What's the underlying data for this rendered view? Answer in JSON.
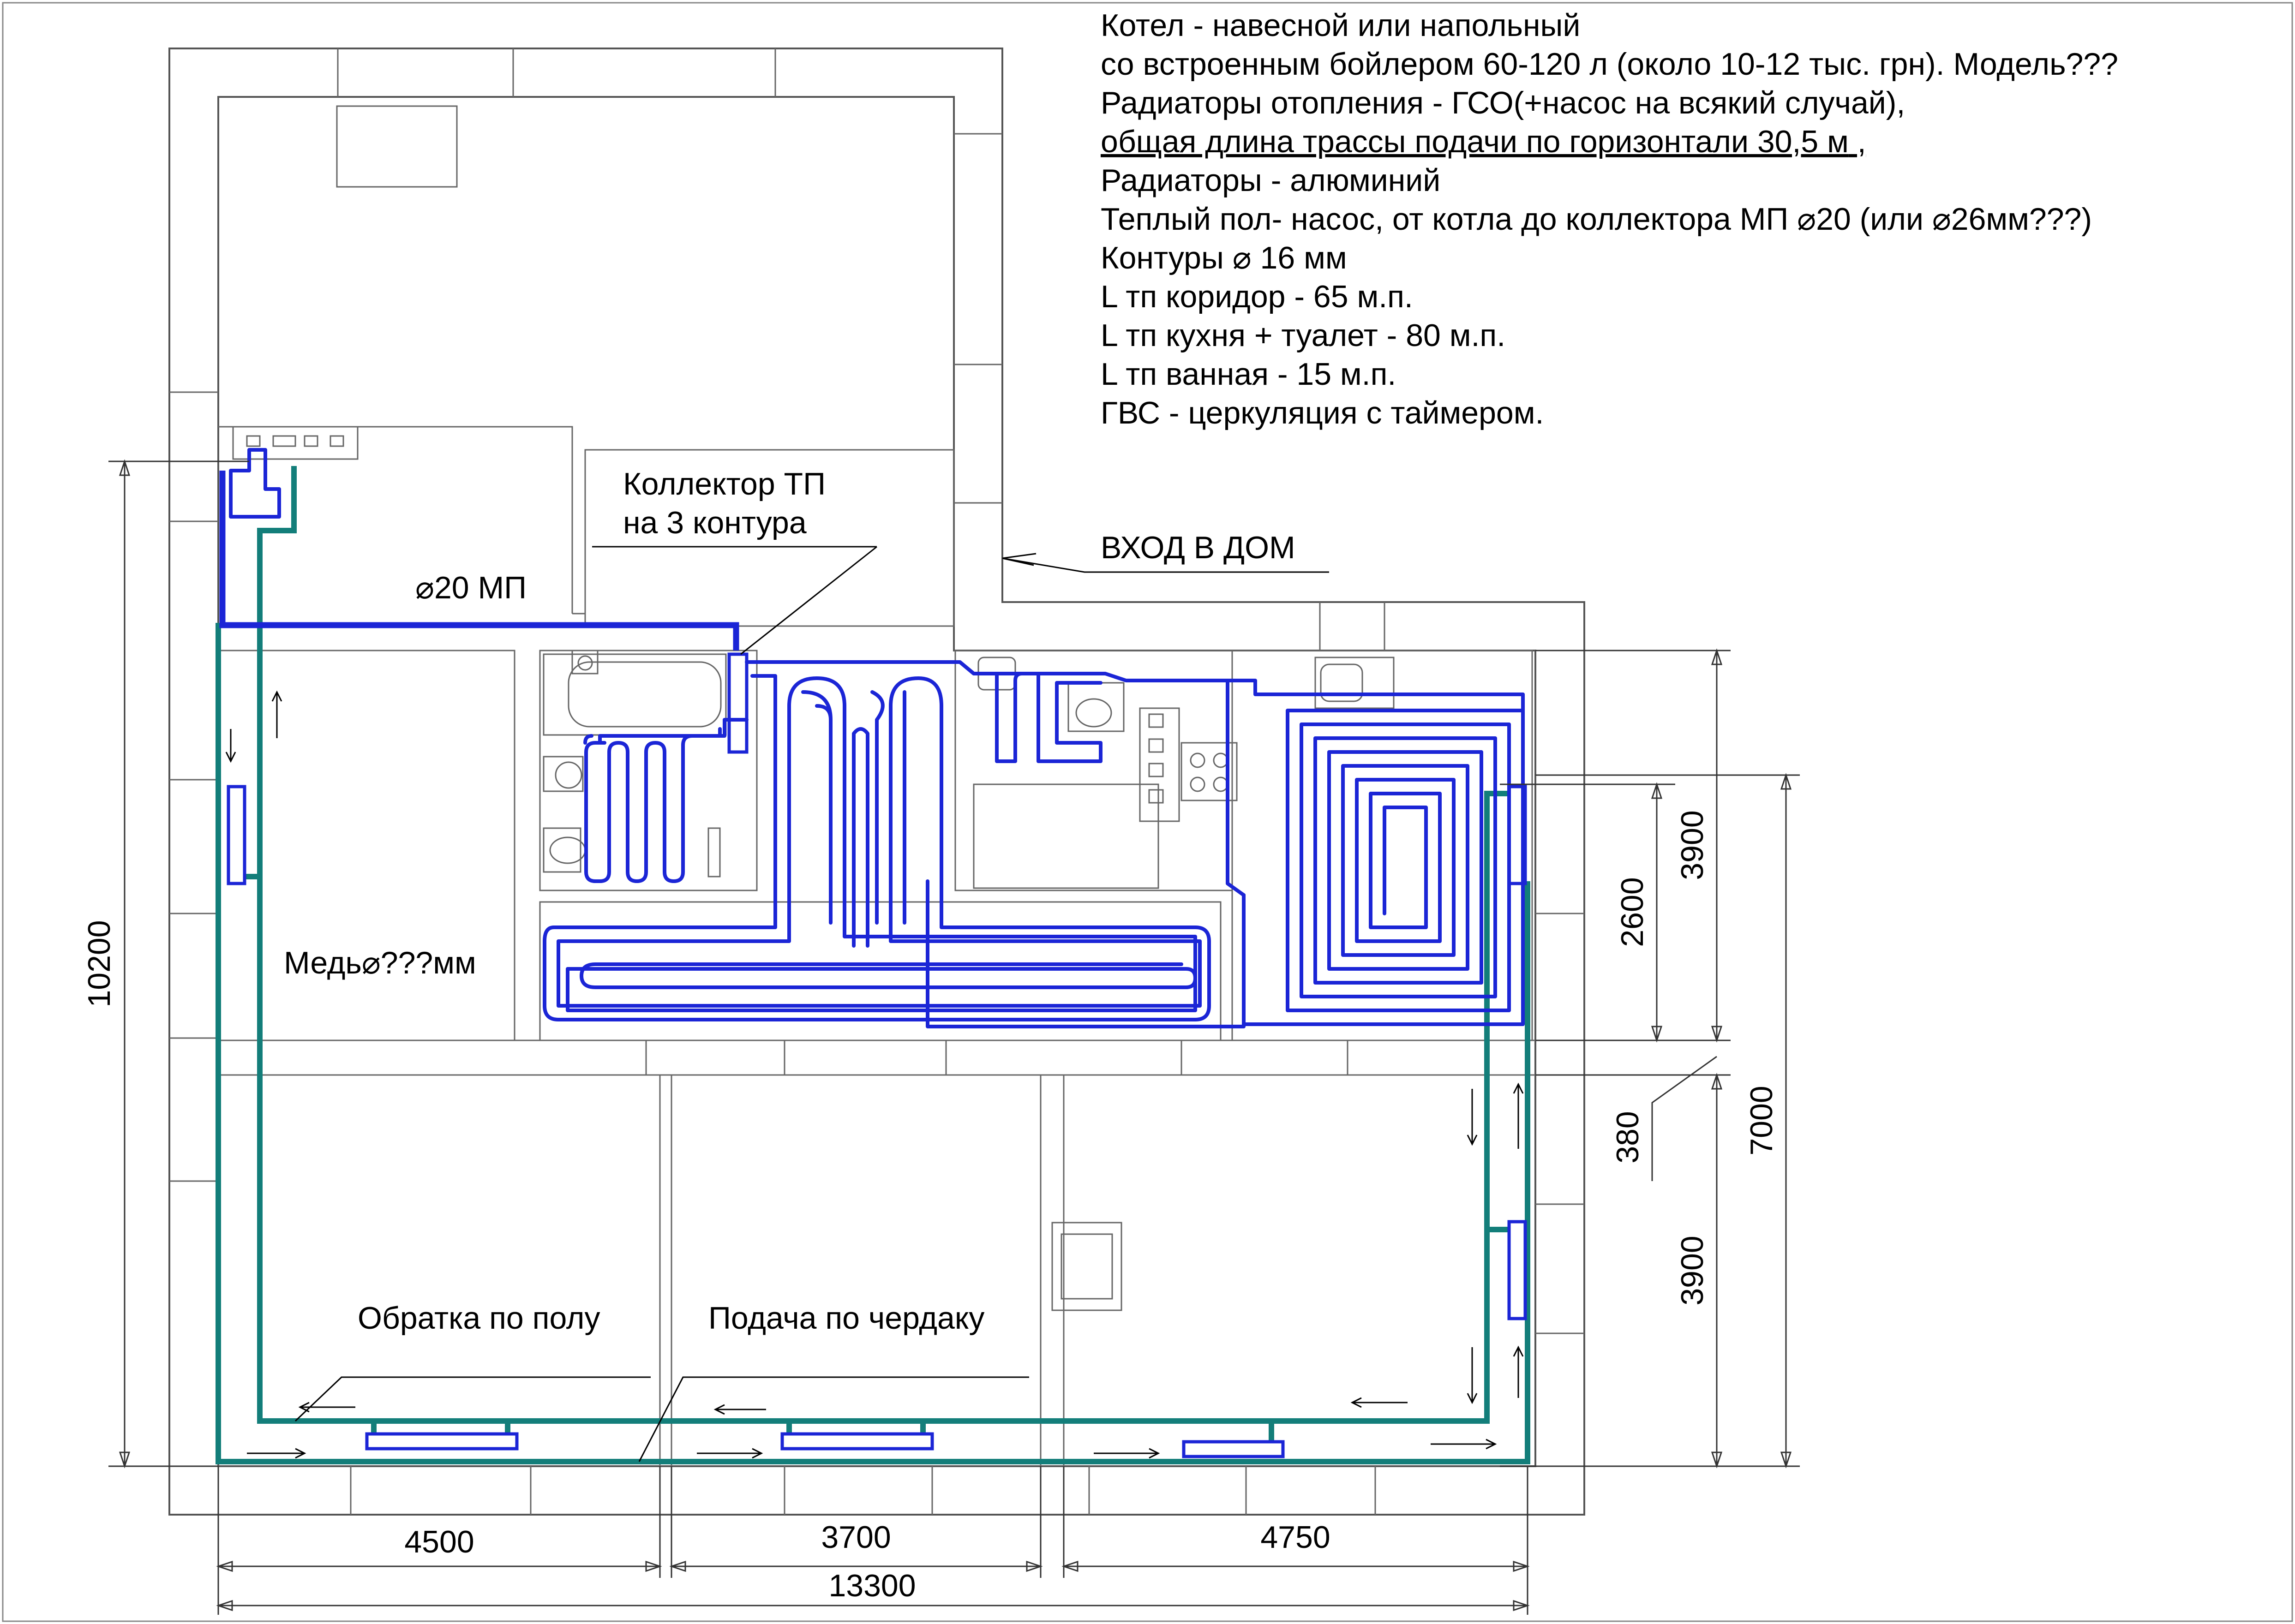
{
  "notes": [
    "Котел - навесной или напольный",
    "со встроенным бойлером 60-120 л (около 10-12 тыс. грн). Модель???",
    "Радиаторы отопления - ГСО(+насос на всякий случай),",
    "общая длина трассы подачи по горизонтали 30,5 м",
    "Радиаторы - алюминий",
    "Теплый пол- насос, от котла до коллектора МП ⌀20 (или ⌀26мм???)",
    "Контуры ⌀ 16 мм",
    "L тп коридор - 65 м.п.",
    "L тп кухня + туалет - 80 м.п.",
    "L тп ванная - 15 м.п.",
    "ГВС - церкуляция с таймером."
  ],
  "note_suffix": " ,",
  "labels": {
    "collector_line1": "Коллектор ТП",
    "collector_line2": "на 3 контура",
    "entrance": "ВХОД В ДОМ",
    "supply_pipe": "⌀20 МП",
    "copper": "Медь⌀???мм",
    "return_floor": "Обратка по полу",
    "supply_attic": "Подача по чердаку"
  },
  "dimensions": {
    "bottom_1": "4500",
    "bottom_2": "3700",
    "bottom_3": "4750",
    "bottom_total": "13300",
    "left_total": "10200",
    "right_upper": "3900",
    "right_inner": "2600",
    "right_gap": "380",
    "right_lower": "3900",
    "right_total": "7000"
  },
  "colors": {
    "heating_pipe": "#137e7a",
    "underfloor_pipe": "#1b25d6",
    "walls": "#555555"
  }
}
